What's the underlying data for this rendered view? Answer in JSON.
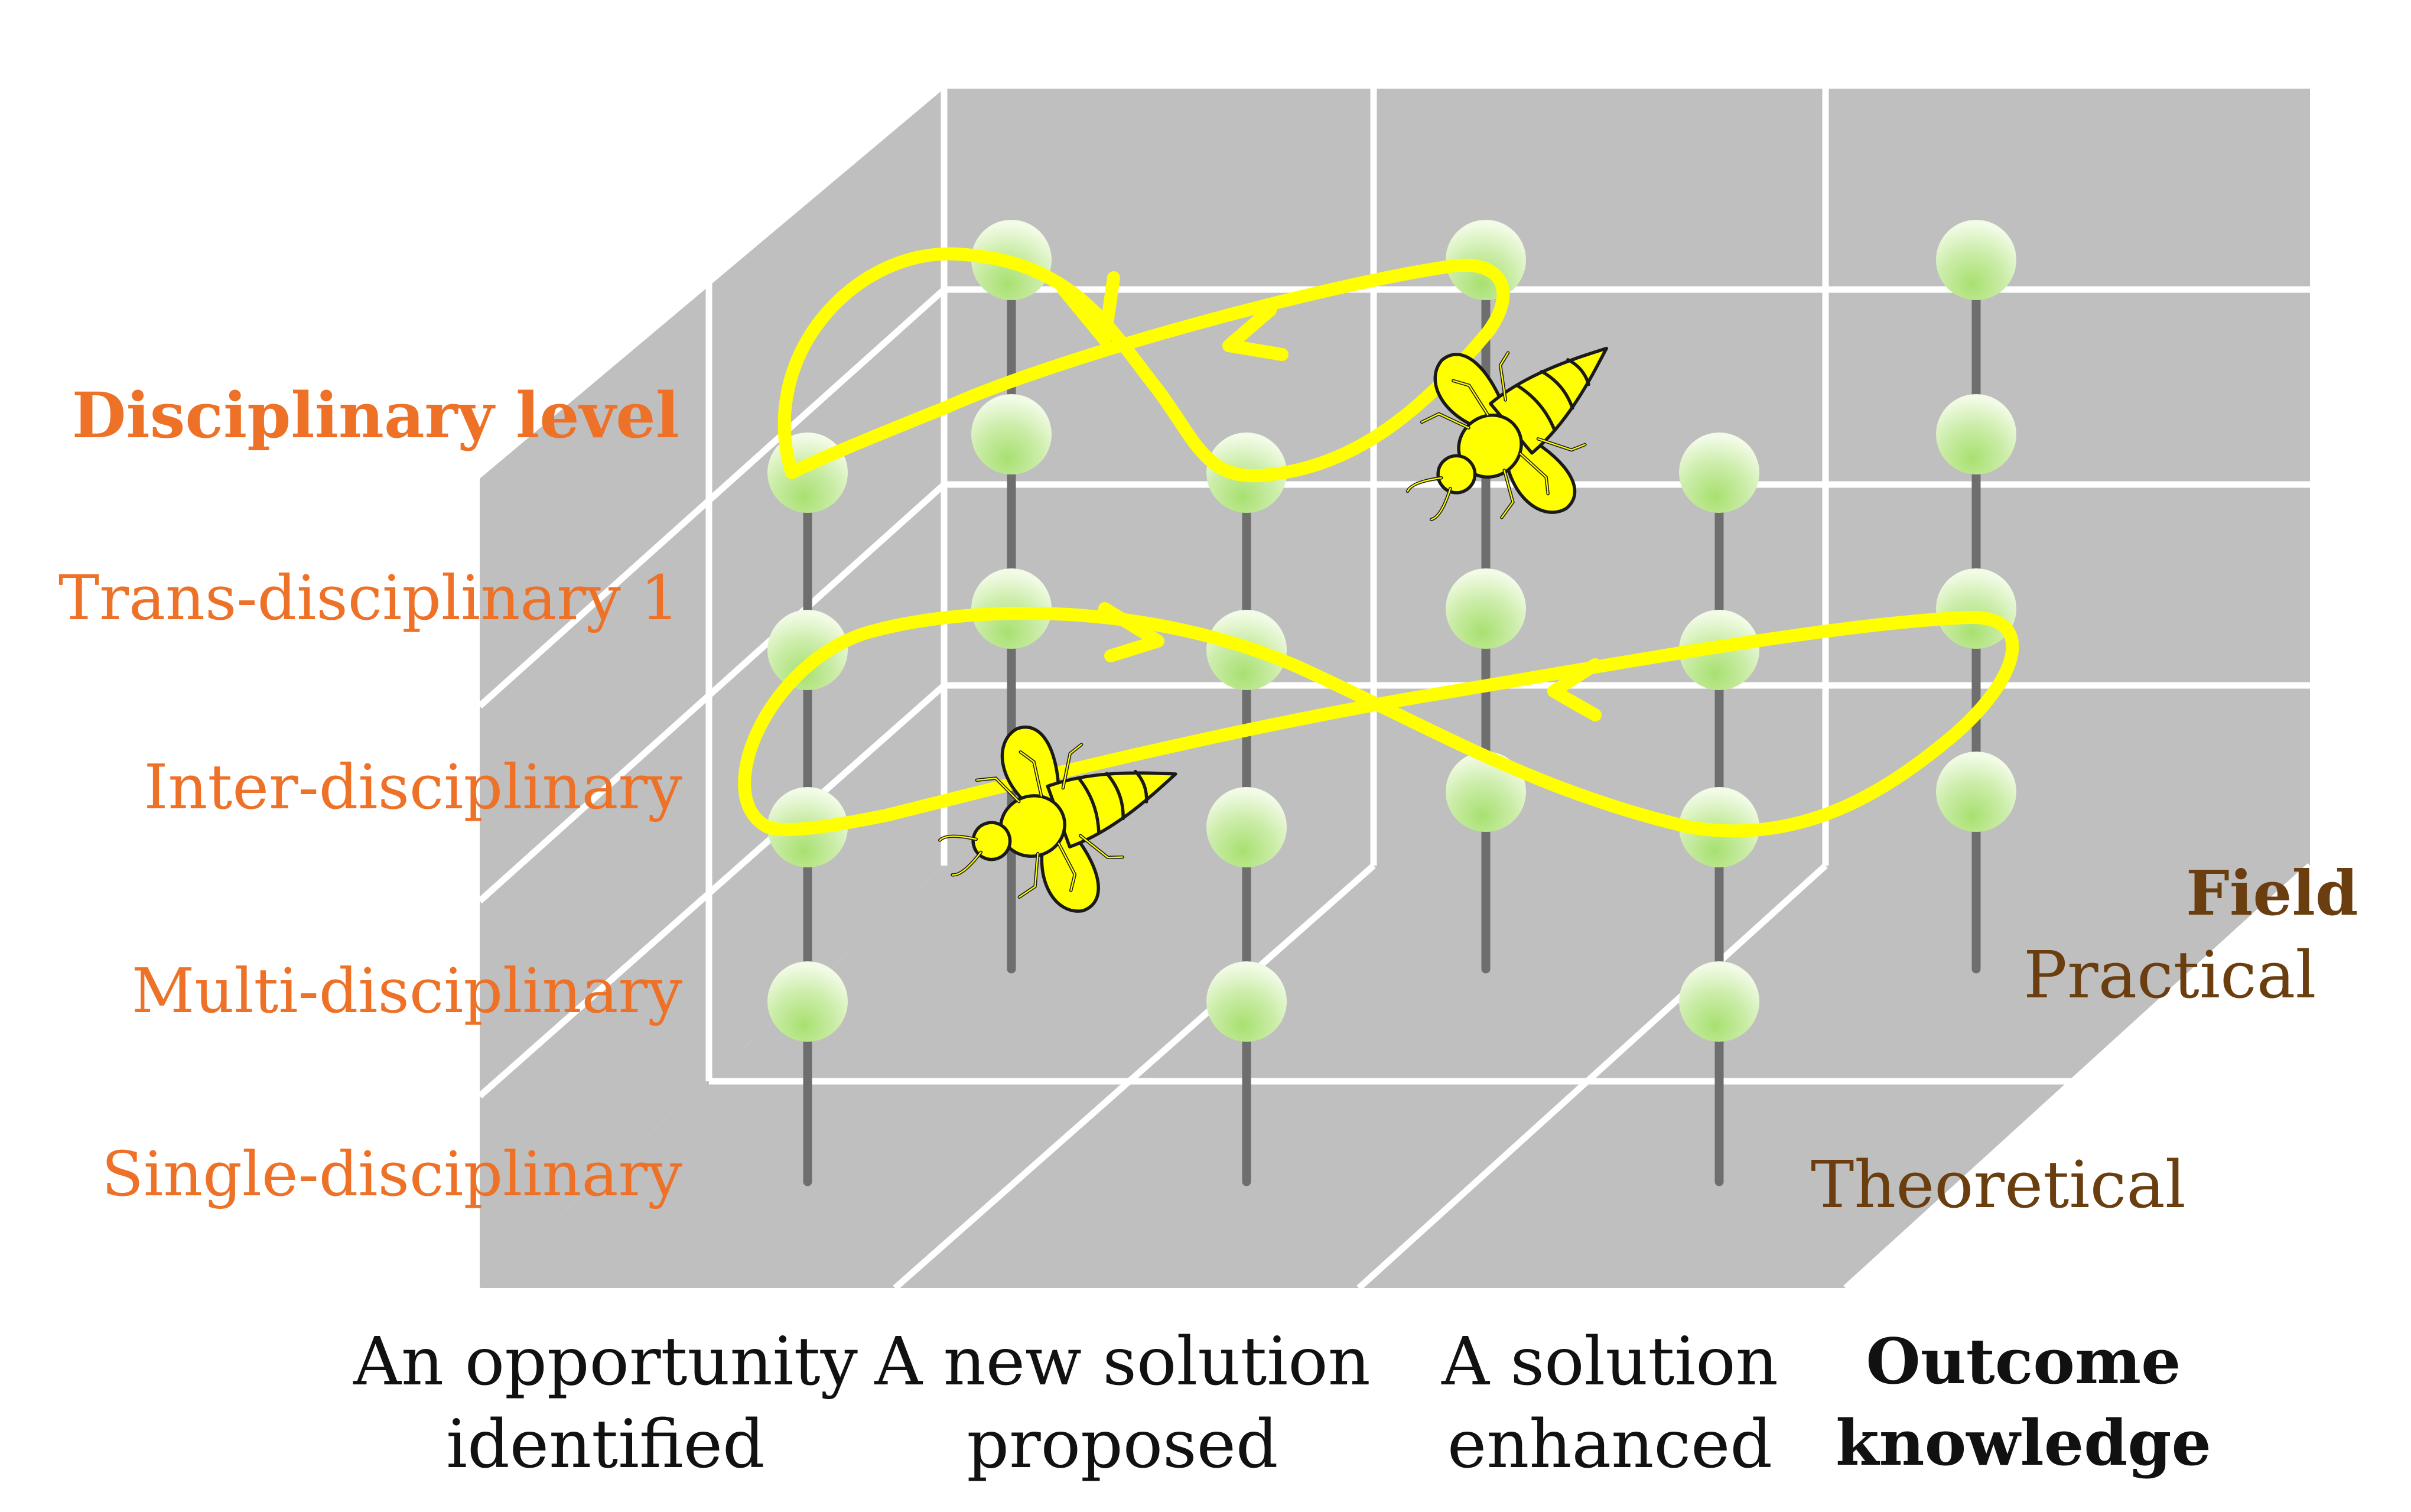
{
  "axes": {
    "disciplinary": {
      "title": "Disciplinary level",
      "levels": [
        "Trans-disciplinary 1",
        "Inter-disciplinary",
        "Multi-disciplinary",
        "Single-disciplinary"
      ]
    },
    "field": {
      "title": "Field",
      "values": [
        "Practical",
        "Theoretical"
      ]
    },
    "outcome": {
      "title_line1": "Outcome",
      "title_line2": "knowledge",
      "categories": [
        {
          "line1": "An opportunity",
          "line2": "identified"
        },
        {
          "line1": "A new solution",
          "line2": "proposed"
        },
        {
          "line1": "A solution",
          "line2": "enhanced"
        }
      ]
    }
  },
  "colors": {
    "panel": "#bfbfbf",
    "grid": "#ffffff",
    "stem": "#6e6e6e",
    "node": "#b5e68a",
    "path": "#ffff00",
    "bee": "#ffff00",
    "disciplinary_text": "#ee7128",
    "field_text": "#6b3e10",
    "outcome_text": "#111111"
  },
  "icons": [
    "bee-icon",
    "bee-icon"
  ]
}
